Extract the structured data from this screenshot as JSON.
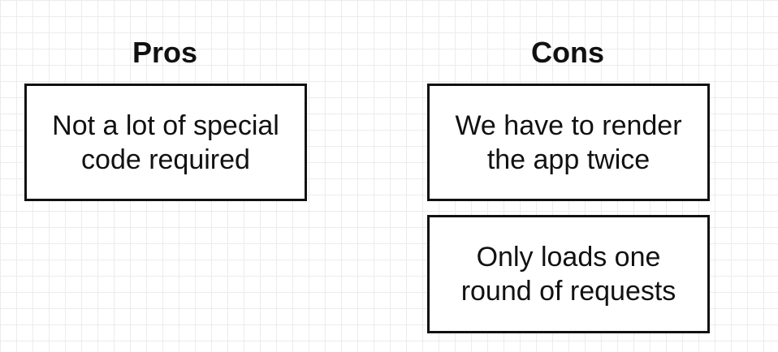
{
  "pros": {
    "heading": "Pros",
    "items": [
      {
        "text": "Not a lot of special\ncode required"
      }
    ]
  },
  "cons": {
    "heading": "Cons",
    "items": [
      {
        "text": "We have to render\nthe app twice"
      },
      {
        "text": "Only loads one\nround of requests"
      }
    ]
  }
}
